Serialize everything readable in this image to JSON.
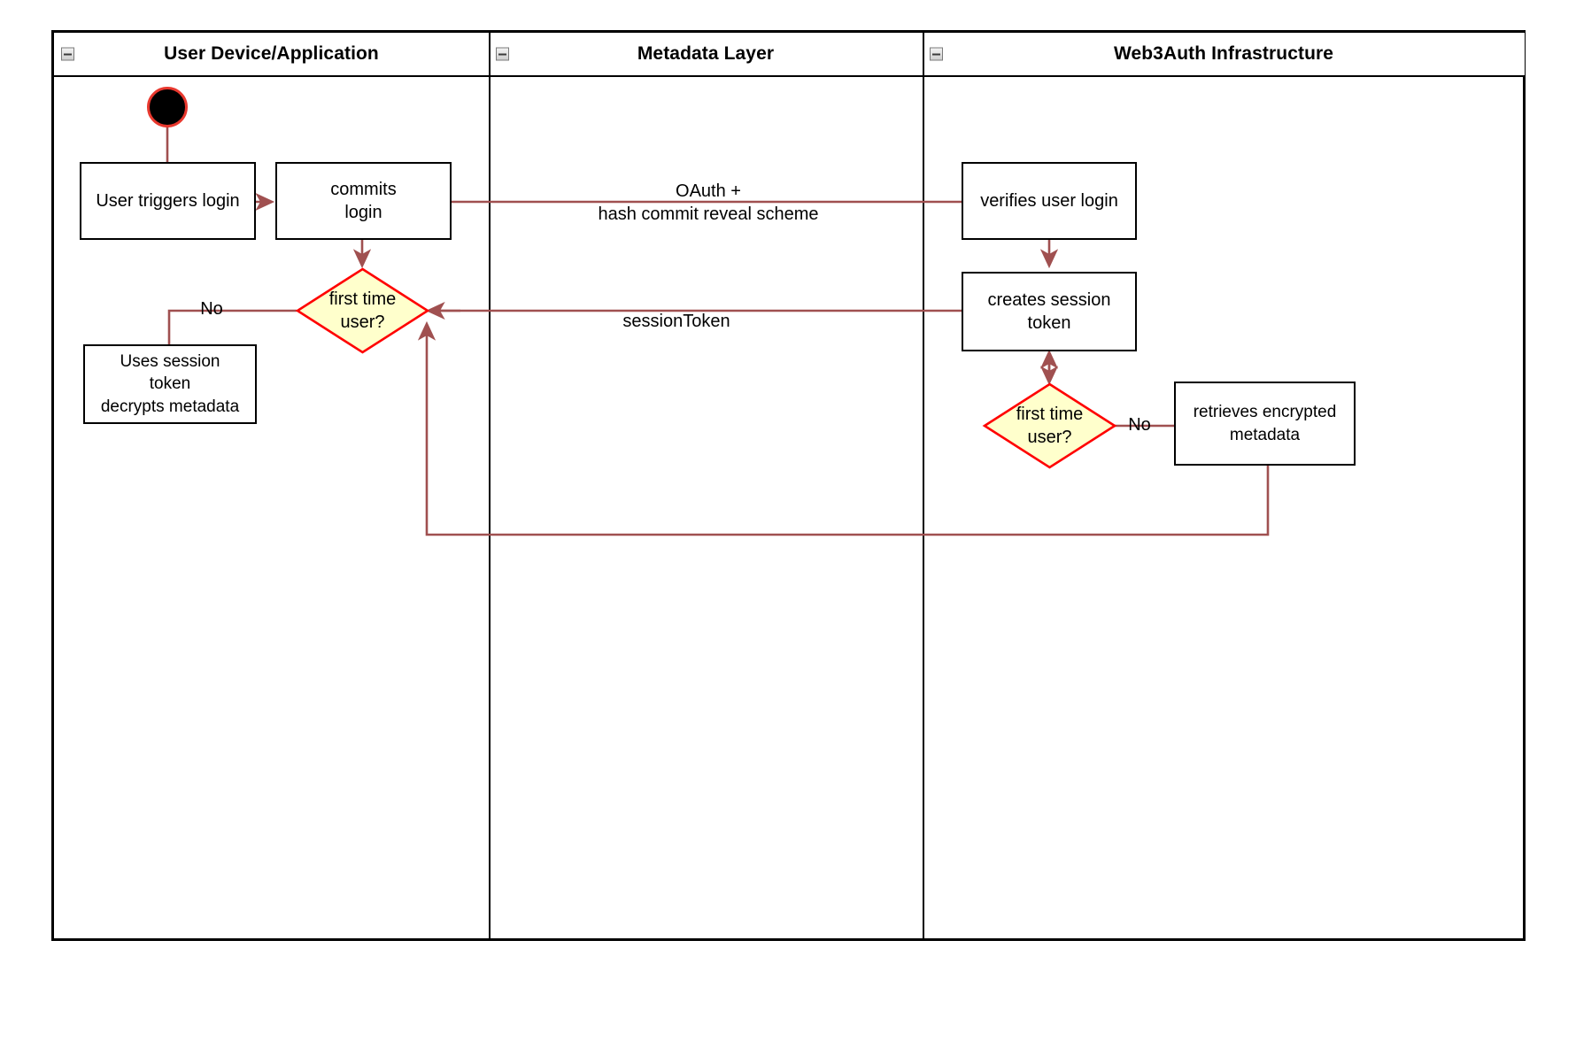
{
  "diagram": {
    "type": "uml-activity-swimlane",
    "lanes": [
      {
        "id": "user-device",
        "title": "User Device/Application",
        "collapse_icon": "collapse-minus-icon"
      },
      {
        "id": "metadata-layer",
        "title": "Metadata Layer",
        "collapse_icon": "collapse-minus-icon"
      },
      {
        "id": "web3auth",
        "title": "Web3Auth Infrastructure",
        "collapse_icon": "collapse-minus-icon"
      }
    ],
    "nodes": {
      "start": {
        "shape": "initial-node",
        "label": ""
      },
      "user_triggers_login": {
        "shape": "activity",
        "label": "User triggers login"
      },
      "commits_login": {
        "shape": "activity",
        "label": "commits\nlogin"
      },
      "first_time_user_left": {
        "shape": "decision",
        "label": "first time\nuser?"
      },
      "uses_session_token": {
        "shape": "activity",
        "label": "Uses session\ntoken\ndecrypts metadata"
      },
      "verifies_user_login": {
        "shape": "activity",
        "label": "verifies user login"
      },
      "creates_session_token": {
        "shape": "activity",
        "label": "creates session\ntoken"
      },
      "first_time_user_right": {
        "shape": "decision",
        "label": "first time\nuser?"
      },
      "retrieves_encrypted_metadata": {
        "shape": "activity",
        "label": "retrieves encrypted\nmetadata"
      }
    },
    "edge_labels": {
      "oauth": "OAuth +\nhash commit reveal scheme",
      "session_token": "sessionToken",
      "no_left": "No",
      "no_right": "No"
    },
    "colors": {
      "frame": "#000000",
      "node_border": "#000000",
      "node_fill": "#ffffff",
      "decision_fill": "#ffffcc",
      "decision_border": "#ff0000",
      "edge": "#a05050",
      "start_fill": "#000000",
      "start_ring": "#e8382e",
      "text": "#000000",
      "background": "#ffffff"
    }
  }
}
